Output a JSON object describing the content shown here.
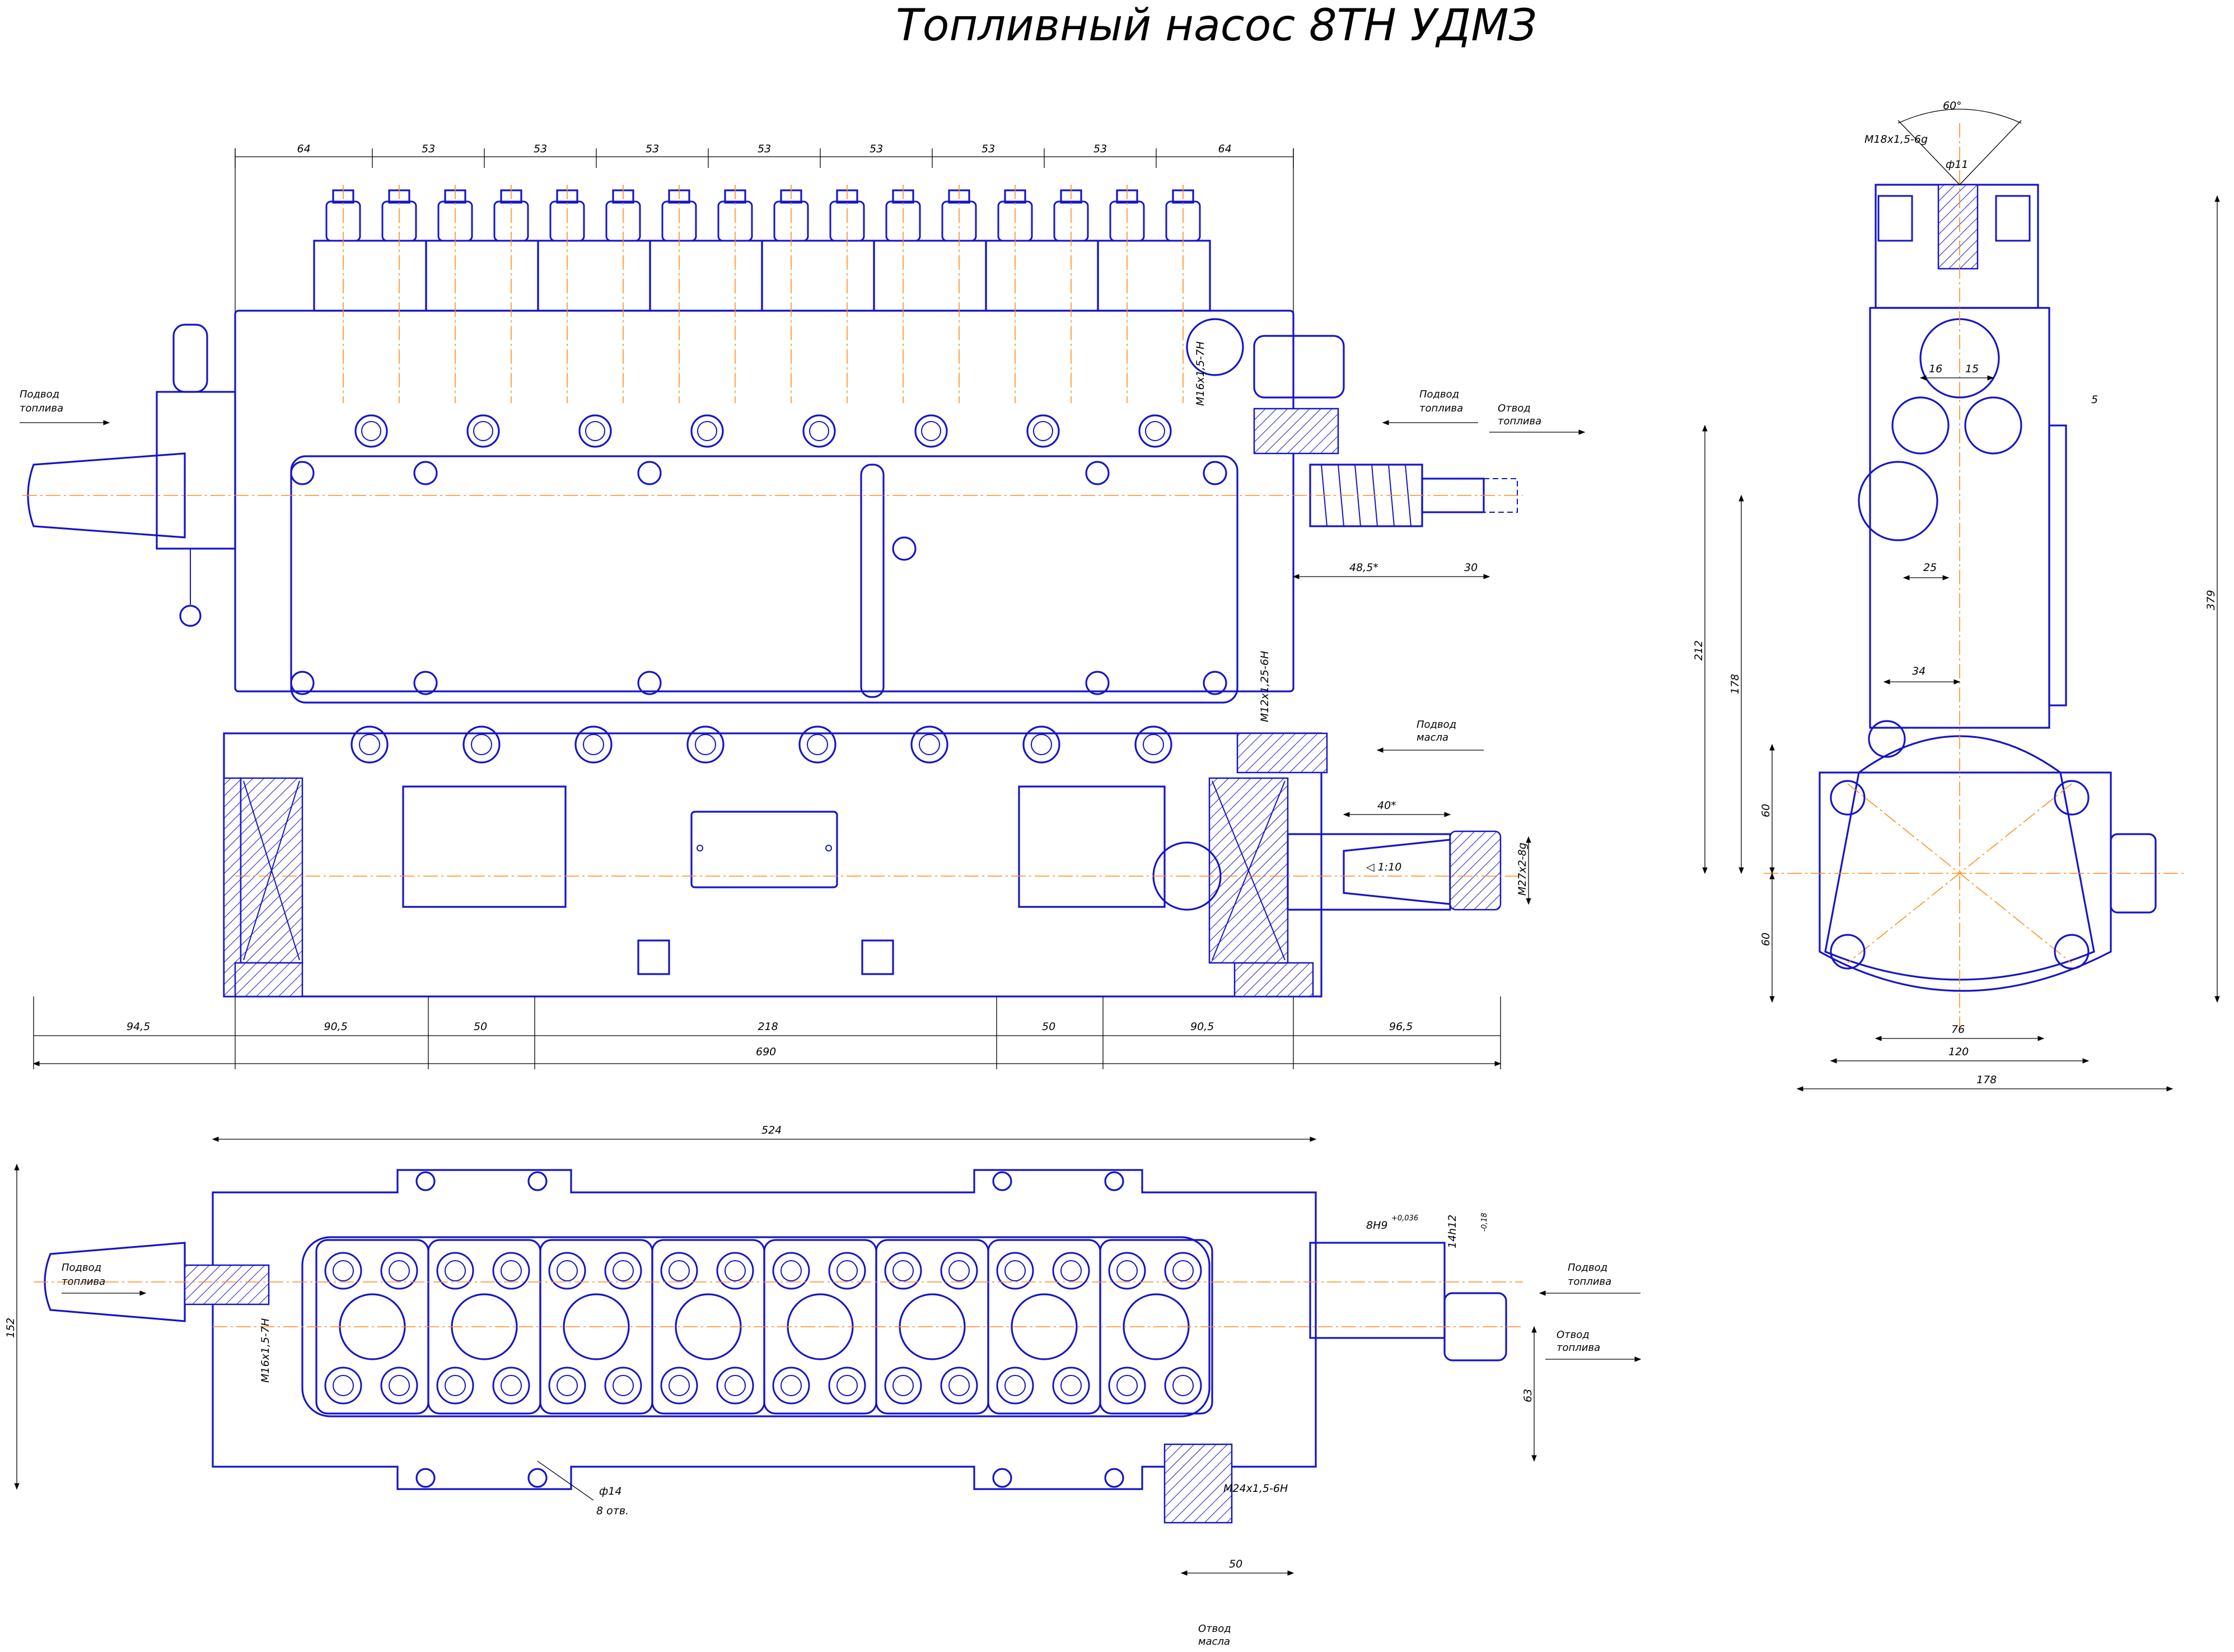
{
  "title": "Топливный насос 8ТН УДМЗ",
  "colors": {
    "outline": "#1515c8",
    "axis": "#ff8c1a",
    "dimension": "#000000"
  },
  "front": {
    "top_dims": [
      "64",
      "53",
      "53",
      "53",
      "53",
      "53",
      "53",
      "53",
      "64"
    ],
    "bottom_dims": [
      "94,5",
      "90,5",
      "50",
      "218",
      "50",
      "90,5",
      "96,5"
    ],
    "overall": "690",
    "dims": {
      "d485": "48,5*",
      "d30": "30",
      "d40": "40*"
    },
    "threads": {
      "m16": "М16х1,5-7Н",
      "m12": "М12х1,25-6Н",
      "m27": "М27х2-8g"
    },
    "taper": "◁ 1:10",
    "labels": {
      "fuel_in_left": [
        "Подвод",
        "топлива"
      ],
      "fuel_in_right": [
        "Подвод",
        "топлива"
      ],
      "fuel_out_right": [
        "Отвод",
        "топлива"
      ],
      "oil_in": [
        "Подвод",
        "масла"
      ]
    }
  },
  "side": {
    "angle": "60°",
    "thread_top": "М18х1,5-6g",
    "d11": "ф11",
    "d16a": "16",
    "d15": "15",
    "d5": "5",
    "d25": "25",
    "d34": "34",
    "d212": "212",
    "d178v": "178",
    "d60a": "60",
    "d60b": "60",
    "d379": "379",
    "d76": "76",
    "d120": "120",
    "d178h": "178"
  },
  "plan": {
    "d524": "524",
    "d152": "152",
    "d63": "63",
    "d50": "50",
    "fit1": "8Н9",
    "fit1_tol": "+0,036",
    "fit2": "14h12",
    "fit2_tol": "-0,18",
    "thread_left": "М16х1,5-7Н",
    "thread_oil": "М24х1,5-6Н",
    "holes": [
      "ф14",
      "8 отв."
    ],
    "labels": {
      "fuel_in_left": [
        "Подвод",
        "топлива"
      ],
      "fuel_in_right": [
        "Подвод",
        "топлива"
      ],
      "fuel_out_right": [
        "Отвод",
        "топлива"
      ],
      "oil_out": [
        "Отвод",
        "масла"
      ]
    }
  }
}
